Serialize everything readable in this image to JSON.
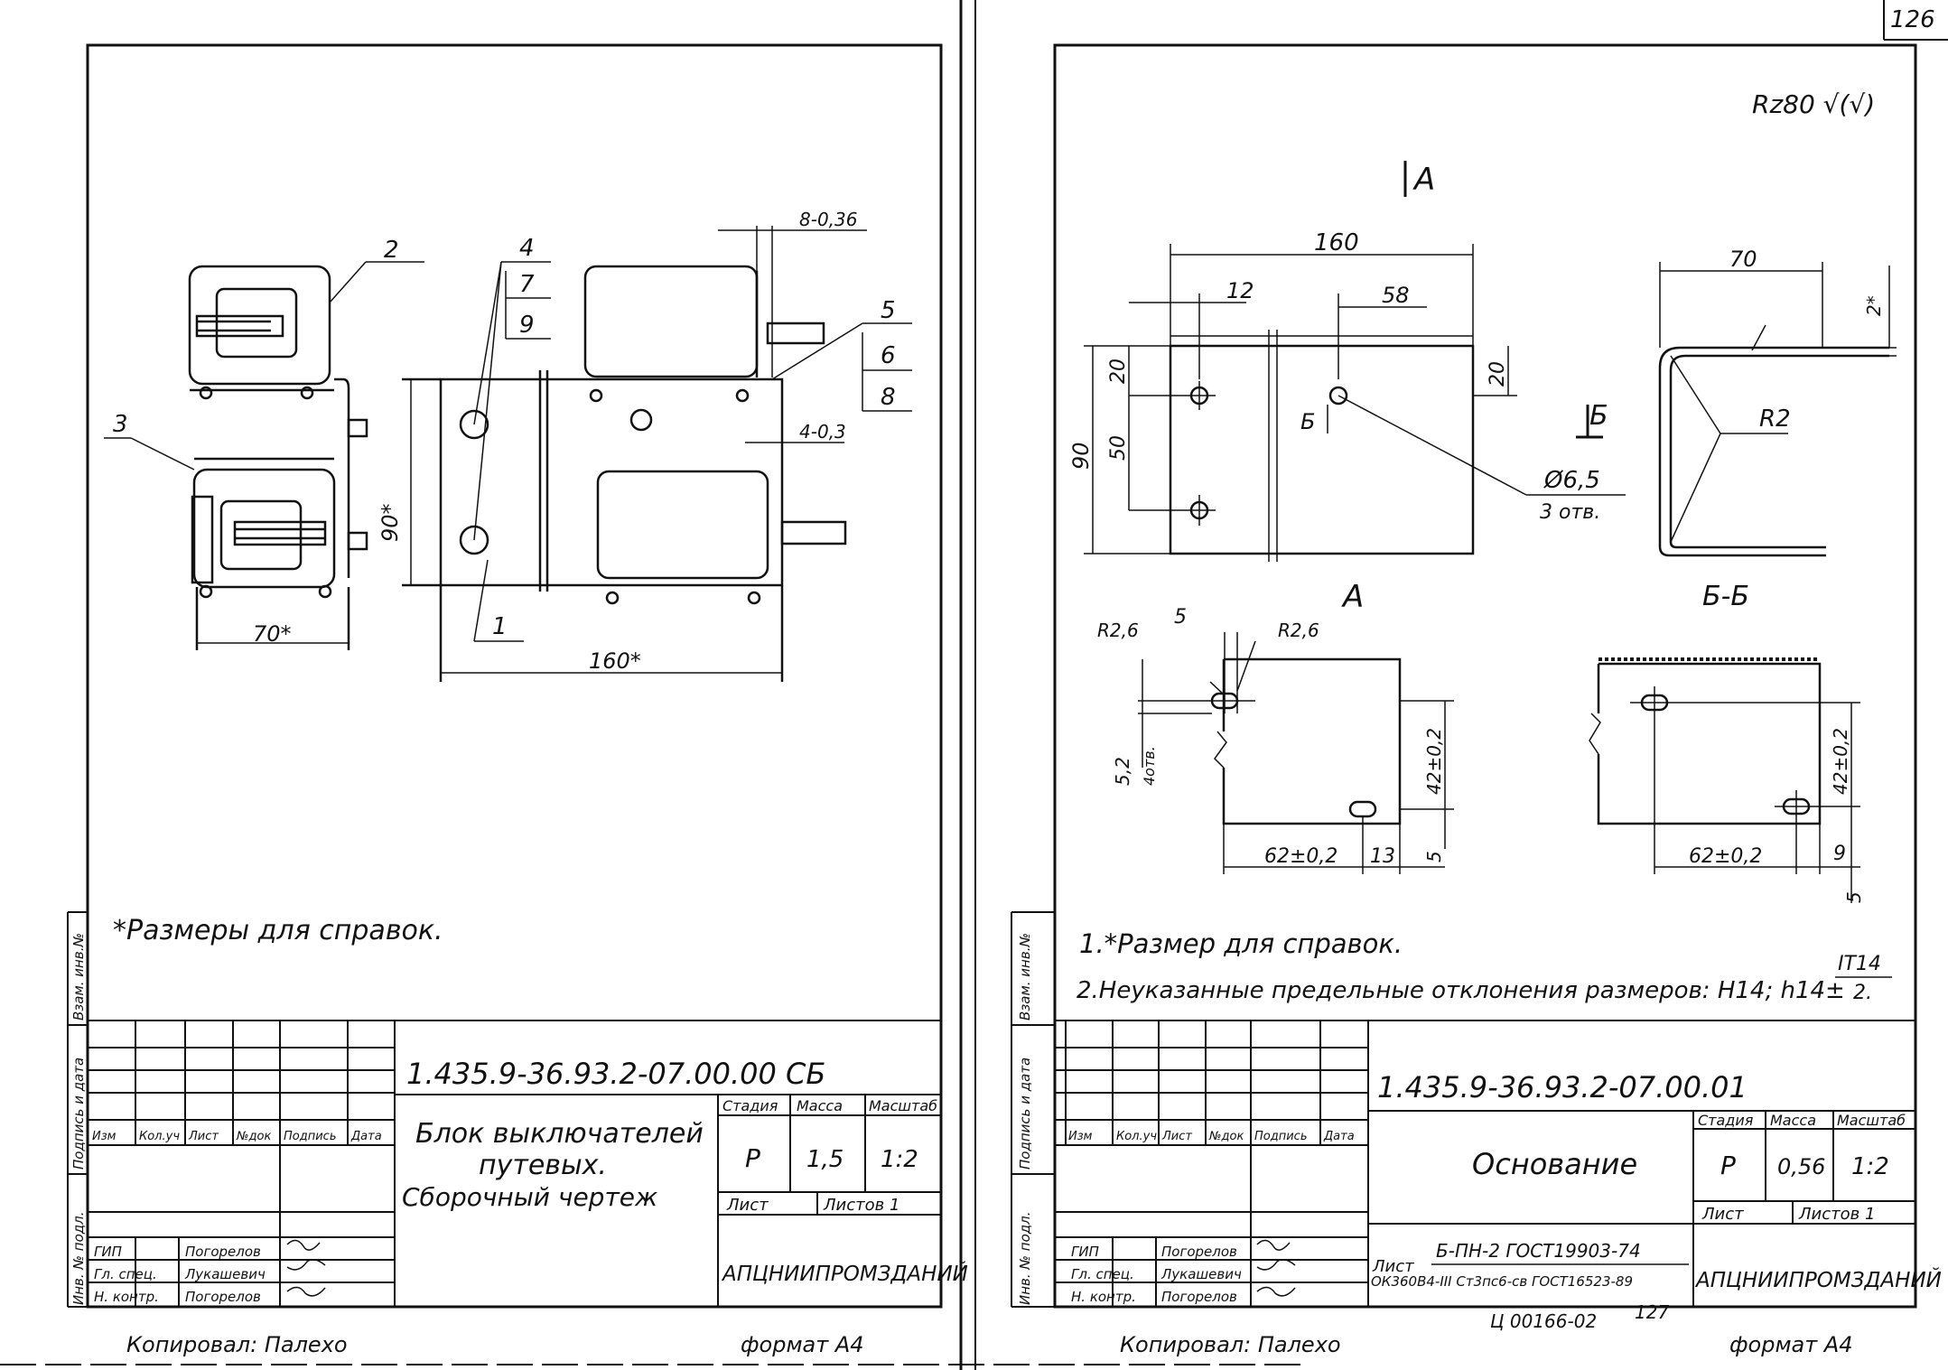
{
  "page_number": "126",
  "footer_page_code": "127",
  "left_sheet": {
    "callouts": [
      "2",
      "3",
      "4",
      "7",
      "9",
      "5",
      "6",
      "8",
      "1"
    ],
    "dimensions": {
      "top_thickness": "8-0,36",
      "side_gap": "4-0,3",
      "height": "90*",
      "width_left": "70*",
      "width_main": "160*"
    },
    "note": "*Размеры для справок.",
    "side_stamp": [
      "Инв. № подл.",
      "Подпись и дата",
      "Взам. инв.№"
    ],
    "title_block": {
      "code": "1.435.9-36.93.2-07.00.00 СБ",
      "title_line1": "Блок выключателей",
      "title_line2": "путевых.",
      "title_line3": "Сборочный чертеж",
      "columns": [
        "Изм",
        "Кол.уч",
        "Лист",
        "№док",
        "Подпись",
        "Дата"
      ],
      "stage_label": "Стадия",
      "mass_label": "Масса",
      "scale_label": "Масштаб",
      "stage": "Р",
      "mass": "1,5",
      "scale": "1:2",
      "sheet_label": "Лист",
      "sheets_label": "Листов 1",
      "roles": [
        "ГИП",
        "Гл. спец.",
        "Н. контр."
      ],
      "names": [
        "Погорелов",
        "Лукашевич",
        "Погорелов"
      ],
      "organization": "АПЦНИИПРОМЗДАНИЙ"
    },
    "copied_by": "Копировал: Палехо",
    "format": "формат А4"
  },
  "right_sheet": {
    "roughness": "Rz80 √(√)",
    "section_a": "А",
    "section_b": "Б",
    "view_b_label": "Б-Б",
    "view_a_label": "А",
    "dimensions": {
      "overall_width": "160",
      "d12": "12",
      "d58": "58",
      "d20_left": "20",
      "d50": "50",
      "d90": "90",
      "d20_right": "20",
      "hole": "Ø6,5",
      "hole_count": "3 отв.",
      "w70": "70",
      "t2": "2*",
      "radius": "R2",
      "r26_left": "R2,6",
      "d5_top": "5",
      "r26_right": "R2,6",
      "d52_top": "5,2",
      "d52_bot": "4отв.",
      "d42_left": "42±0,2",
      "d62_left": "62±0,2",
      "d13": "13",
      "d5_left": "5",
      "d42_right": "42±0,2",
      "d62_right": "62±0,2",
      "d9": "9",
      "d5_right": "5"
    },
    "note1": "1.*Размер для справок.",
    "note2": "2.Неуказанные предельные отклонения размеров: H14; h14±",
    "note2_frac_top": "IT14",
    "note2_frac_bot": "2.",
    "side_stamp": [
      "Инв. № подл.",
      "Подпись и дата",
      "Взам. инв.№"
    ],
    "title_block": {
      "code": "1.435.9-36.93.2-07.00.01",
      "title_line1": "Основание",
      "columns": [
        "Изм",
        "Кол.уч",
        "Лист",
        "№док",
        "Подпись",
        "Дата"
      ],
      "stage_label": "Стадия",
      "mass_label": "Масса",
      "scale_label": "Масштаб",
      "stage": "Р",
      "mass": "0,56",
      "scale": "1:2",
      "sheet_label": "Лист",
      "sheets_label": "Листов 1",
      "roles": [
        "ГИП",
        "Гл. спец.",
        "Н. контр."
      ],
      "names": [
        "Погорелов",
        "Лукашевич",
        "Погорелов"
      ],
      "material_prefix": "Лист",
      "material_line1": "Б-ПН-2 ГОСТ19903-74",
      "material_line2": "ОК360В4-III Ст3пс6-св ГОСТ16523-89",
      "organization": "АПЦНИИПРОМЗДАНИЙ"
    },
    "stamp_code": "Ц 00166-02",
    "copied_by": "Копировал: Палехо",
    "format": "формат А4"
  }
}
